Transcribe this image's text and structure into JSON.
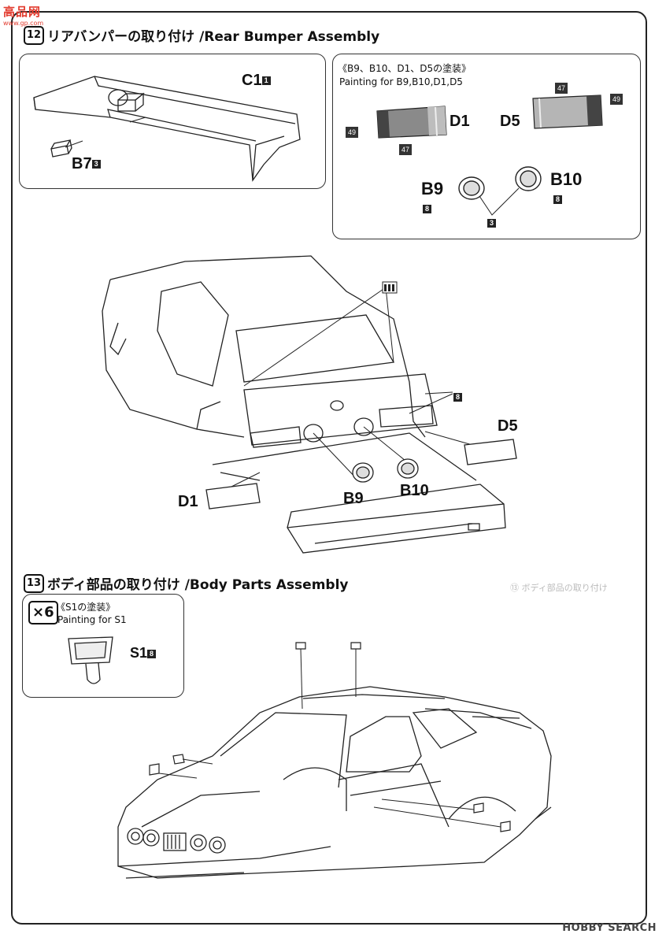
{
  "watermark": {
    "main": "高品网",
    "sub": "www.gp.com"
  },
  "ghost_text": "⑬ ボディ部品の取り付け",
  "step12": {
    "number": "12",
    "title": "リアバンパーの取り付け /Rear Bumper Assembly",
    "panel_left": {
      "c1": "C1",
      "c1_num": "1",
      "b7": "B7",
      "b7_num": "3"
    },
    "panel_right": {
      "note_jp": "《B9、B10、D1、D5の塗装》",
      "note_en": "Painting for B9,B10,D1,D5",
      "d1": "D1",
      "d5": "D5",
      "b9": "B9",
      "b10": "B10",
      "b9_num": "8",
      "b10_num": "8",
      "shared_num": "3",
      "chips": {
        "d1_left": "49",
        "d1_bottom": "47",
        "d5_top": "47",
        "d5_right": "49"
      }
    },
    "main_labels": {
      "d5": "D5",
      "d1": "D1",
      "b9": "B9",
      "b10": "B10",
      "eight": "8"
    }
  },
  "step13": {
    "number": "13",
    "title": "ボディ部品の取り付け /Body Parts Assembly",
    "multiplier": "×6",
    "note_jp": "《S1の塗装》",
    "note_en": "Painting for S1",
    "s1": "S1",
    "s1_num": "8"
  },
  "footer_logo": "HOBBY SEARCH"
}
